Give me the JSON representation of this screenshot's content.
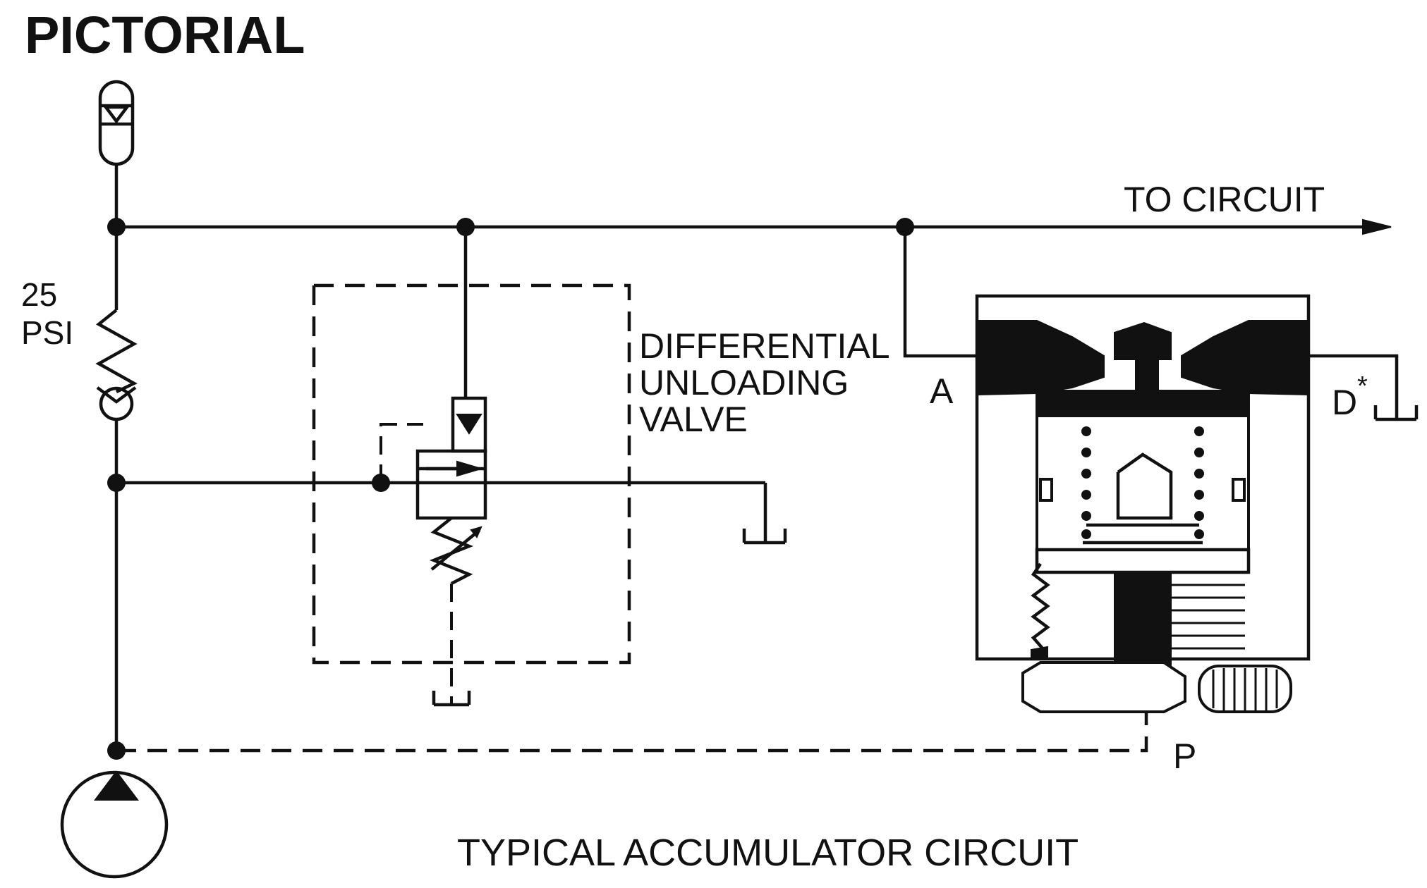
{
  "title": "PICTORIAL",
  "caption": "TYPICAL ACCUMULATOR CIRCUIT",
  "labels": {
    "to_circuit": "TO CIRCUIT",
    "check_pressure_value": "25",
    "check_pressure_unit": "PSI",
    "valve_line1": "DIFFERENTIAL",
    "valve_line2": "UNLOADING",
    "valve_line3": "VALVE",
    "port_a": "A",
    "port_d": "D",
    "port_d_mark": "*",
    "port_p": "P"
  },
  "colors": {
    "ink": "#111111",
    "paper": "#ffffff"
  }
}
